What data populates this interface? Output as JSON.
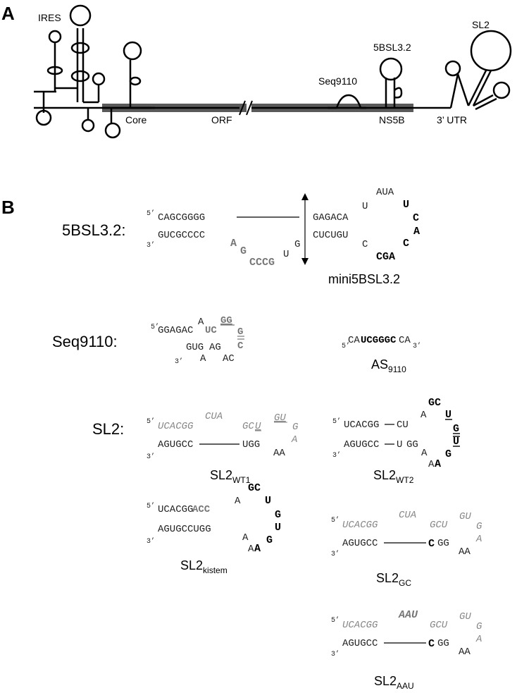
{
  "panel_a": {
    "letter": "A",
    "labels": {
      "ires": "IRES",
      "core": "Core",
      "orf": "ORF",
      "seq9110": "Seq9110",
      "bsl": "5BSL3.2",
      "ns5b": "NS5B",
      "utr": "3’ UTR",
      "sl2": "SL2"
    }
  },
  "panel_b": {
    "letter": "B",
    "bsl_label": "5BSL3.2:",
    "bsl": {
      "p5": "5’",
      "p3": "3’",
      "top": "CAGCGGGG",
      "bottom": "GUCGCCCC",
      "loop_a": "A",
      "loop_g": "G",
      "loop_cccg": "CCCG",
      "loop_u": "U",
      "loop_g2": "G",
      "right_top": "GAGACA",
      "right_bottom": "CUCUGU",
      "u_left": "U",
      "aua": "AUA",
      "u_bold": "U",
      "c1": "C",
      "a1": "A",
      "c2": "C",
      "c_left": "C",
      "cga": "CGA",
      "caption": "mini5BSL3.2"
    },
    "seq_label": "Seq9110:",
    "seq": {
      "p5": "5’",
      "p3": "3’",
      "top": "GGAGAC",
      "a": "A",
      "uc": "UC",
      "gg": "GG",
      "g": "G",
      "c": "C",
      "bottom_gug": "GUG",
      "bottom_a": "A",
      "bottom_ag": "AG",
      "bottom_ac": "AC",
      "as_p5": "5’",
      "as_ca": "CA",
      "as_bold": "UCGGGC",
      "as_ca2": "CA",
      "as_p3": "3’",
      "as_main": "AS",
      "as_sub": "9110"
    },
    "sl2_label": "SL2:",
    "sl2_wt1": {
      "p5": "5’",
      "p3": "3’",
      "top": "UCACGG",
      "cua": "CUA",
      "gc": "GC",
      "u": "U",
      "gu": "GU",
      "g": "G",
      "a": "A",
      "bottom_l": "AGUGCC",
      "bottom_r": "UGG",
      "aa": "AA",
      "cap": "SL2",
      "sub": "WT1"
    },
    "sl2_wt2": {
      "p5": "5’",
      "p3": "3’",
      "top": "UCACGG",
      "cu": "CU",
      "a_loop": "A",
      "gc": "GC",
      "u1": "U",
      "g1": "G",
      "u2": "U",
      "g2": "G",
      "bottom_l": "AGUGCC",
      "u_b": "U",
      "gg": "GG",
      "a_mid": "A",
      "a_end": "A",
      "a_bold": "A",
      "cap": "SL2",
      "sub": "WT2"
    },
    "sl2_kistem": {
      "p5": "5’",
      "p3": "3’",
      "top": "UCACGG",
      "acc": "ACC",
      "a_loop": "A",
      "gc": "GC",
      "u1": "U",
      "g1": "G",
      "u2": "U",
      "g2": "G",
      "bottom": "AGUGCCUGG",
      "a_mid": "A",
      "a_end": "A",
      "a_bold": "A",
      "cap": "SL2",
      "sub": "kistem"
    },
    "sl2_gc": {
      "p5": "5’",
      "p3": "3’",
      "top": "UCACGG",
      "cua": "CUA",
      "gcu": "GCU",
      "gu": "GU",
      "g": "G",
      "a": "A",
      "bottom_l": "AGUGCC",
      "c": "C",
      "gg": "GG",
      "aa": "AA",
      "cap": "SL2",
      "sub": "GC"
    },
    "sl2_aau": {
      "p5": "5’",
      "p3": "3’",
      "top": "UCACGG",
      "aau": "AAU",
      "gcu": "GCU",
      "gu": "GU",
      "g": "G",
      "a": "A",
      "bottom_l": "AGUGCC",
      "c": "C",
      "gg": "GG",
      "aa": "AA",
      "cap": "SL2",
      "sub": "AAU"
    }
  }
}
